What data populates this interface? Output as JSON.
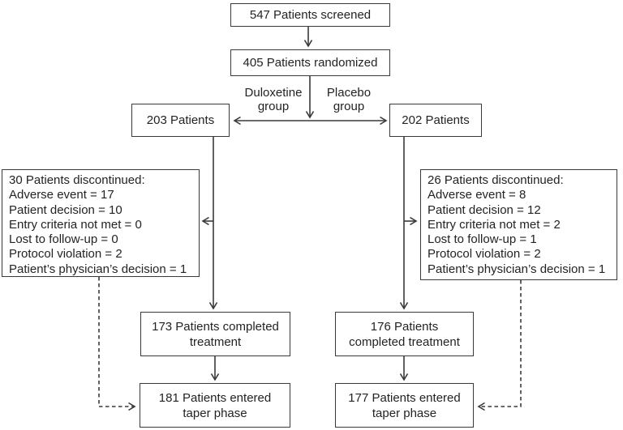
{
  "colors": {
    "background": "#ffffff",
    "line": "#3a3a3a",
    "text": "#232323",
    "box_background": "#ffffff"
  },
  "diagram": {
    "nodes": {
      "screened": {
        "label": "547 Patients screened"
      },
      "randomized": {
        "label": "405 Patients randomized"
      },
      "duloxetine_count": {
        "label": "203 Patients"
      },
      "placebo_count": {
        "label": "202 Patients"
      },
      "duloxetine_discontinued": {
        "label": "30 Patients discontinued:\nAdverse event = 17\nPatient decision = 10\nEntry criteria not met = 0\nLost to follow-up = 0\nProtocol violation = 2\nPatient’s physician’s decision = 1"
      },
      "placebo_discontinued": {
        "label": "26 Patients discontinued:\nAdverse event = 8\nPatient decision = 12\nEntry criteria not met = 2\nLost to follow-up = 1\nProtocol violation = 2\nPatient’s physician’s decision = 1"
      },
      "duloxetine_completed": {
        "label": "173 Patients completed\ntreatment"
      },
      "placebo_completed": {
        "label": "176 Patients\ncompleted treatment"
      },
      "duloxetine_taper": {
        "label": "181 Patients entered\ntaper phase"
      },
      "placebo_taper": {
        "label": "177 Patients entered\ntaper phase"
      }
    },
    "branch_labels": {
      "duloxetine": "Duloxetine\ngroup",
      "placebo": "Placebo\ngroup"
    }
  }
}
